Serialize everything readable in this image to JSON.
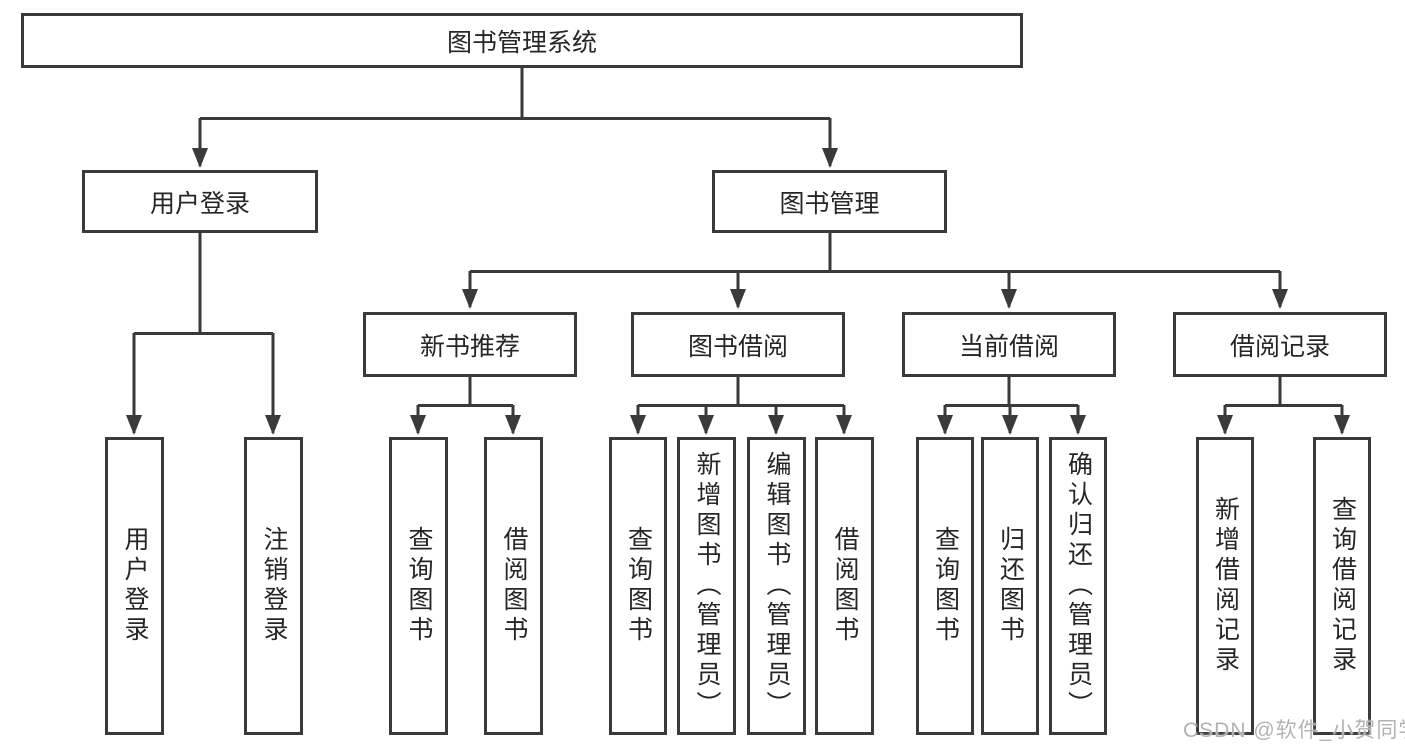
{
  "diagram": {
    "root": {
      "label": "图书管理系统"
    },
    "level2": [
      {
        "label": "用户登录"
      },
      {
        "label": "图书管理"
      }
    ],
    "level3": [
      {
        "label": "新书推荐"
      },
      {
        "label": "图书借阅"
      },
      {
        "label": "当前借阅"
      },
      {
        "label": "借阅记录"
      }
    ],
    "leaves": [
      {
        "label": "用户登录",
        "parent": "用户登录"
      },
      {
        "label": "注销登录",
        "parent": "用户登录"
      },
      {
        "label": "查询图书",
        "parent": "新书推荐"
      },
      {
        "label": "借阅图书",
        "parent": "新书推荐"
      },
      {
        "label": "查询图书",
        "parent": "图书借阅"
      },
      {
        "label": "新增图书（管理员）",
        "parent": "图书借阅"
      },
      {
        "label": "编辑图书（管理员）",
        "parent": "图书借阅"
      },
      {
        "label": "借阅图书",
        "parent": "图书借阅"
      },
      {
        "label": "查询图书",
        "parent": "当前借阅"
      },
      {
        "label": "归还图书",
        "parent": "当前借阅"
      },
      {
        "label": "确认归还（管理员）",
        "parent": "当前借阅"
      },
      {
        "label": "新增借阅记录",
        "parent": "借阅记录"
      },
      {
        "label": "查询借阅记录",
        "parent": "借阅记录"
      }
    ],
    "watermark": "CSDN @软件_小贺同学",
    "colors": {
      "line": "#3a3a3a",
      "text": "#262626",
      "watermark": "#b3b3b3",
      "background": "#ffffff"
    }
  }
}
